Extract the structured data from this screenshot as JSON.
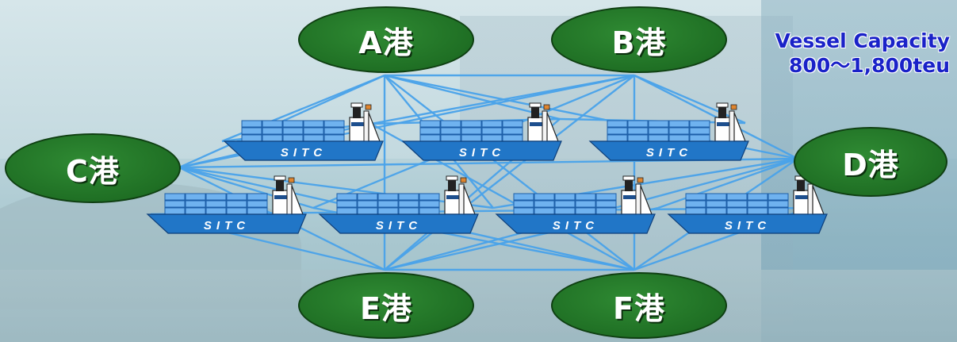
{
  "ports": [
    {
      "id": "A",
      "label": "A港"
    },
    {
      "id": "B",
      "label": "B港"
    },
    {
      "id": "C",
      "label": "C港"
    },
    {
      "id": "D",
      "label": "D港"
    },
    {
      "id": "E",
      "label": "E港"
    },
    {
      "id": "F",
      "label": "F港"
    }
  ],
  "capacity": {
    "title": "Vessel Capacity",
    "value": "800～1,800teu"
  },
  "ship_brand": "SITC",
  "colors": {
    "port_fill": "#1f6f24",
    "route_line": "#4aa3ea",
    "ship_hull": "#2176c7",
    "capacity_text": "#1a22c8"
  }
}
